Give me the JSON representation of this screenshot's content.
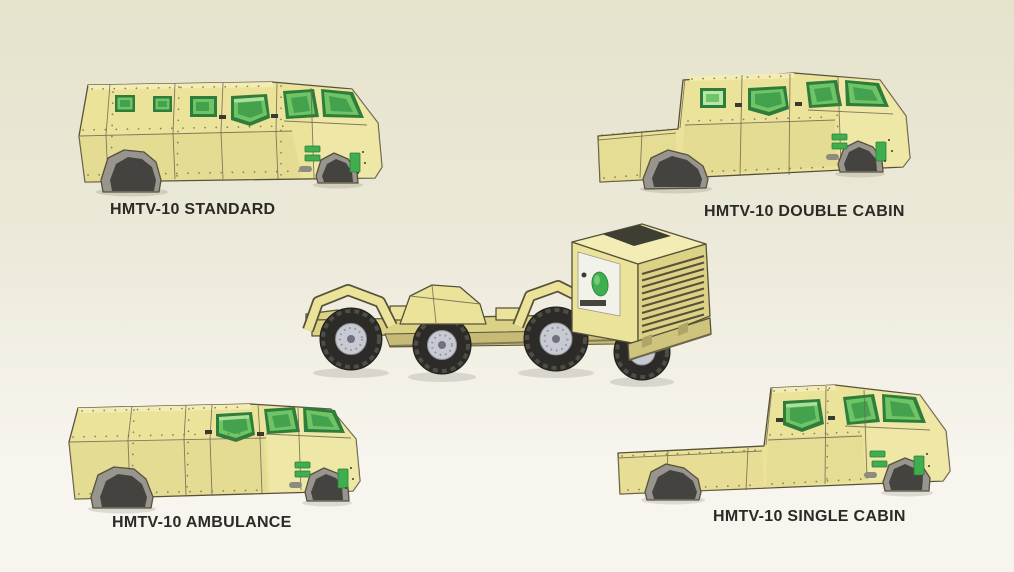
{
  "vehicles": [
    {
      "id": "standard",
      "label": "HMTV-10 STANDARD"
    },
    {
      "id": "double-cabin",
      "label": "HMTV-10 DOUBLE CABIN"
    },
    {
      "id": "chassis",
      "label": ""
    },
    {
      "id": "ambulance",
      "label": "HMTV-10 AMBULANCE"
    },
    {
      "id": "single-cabin",
      "label": "HMTV-10 SINGLE CABIN"
    }
  ],
  "colors": {
    "bg-top": "#e5e3cc",
    "bg-mid": "#ebe8d8",
    "bg-bottom": "#f8f5ef",
    "body": "#ece39b",
    "body-shade": "#dcd286",
    "body-light": "#f3ecb4",
    "outline": "#56523a",
    "seam": "#6d6750",
    "rivet": "#6d6750",
    "glass": "#6fc565",
    "glass-dark": "#44a14e",
    "glass-light": "#b9e6a6",
    "glass-frame": "#2f7d3b",
    "fender": "#98948e",
    "fender-dark": "#5f5c58",
    "tire": "#45433f",
    "tire-dark": "#2c2b28",
    "rim": "#c7c9d3",
    "accent-green": "#3fae4e",
    "detail-gray": "#8e8b80",
    "label": "#2b2a26"
  }
}
